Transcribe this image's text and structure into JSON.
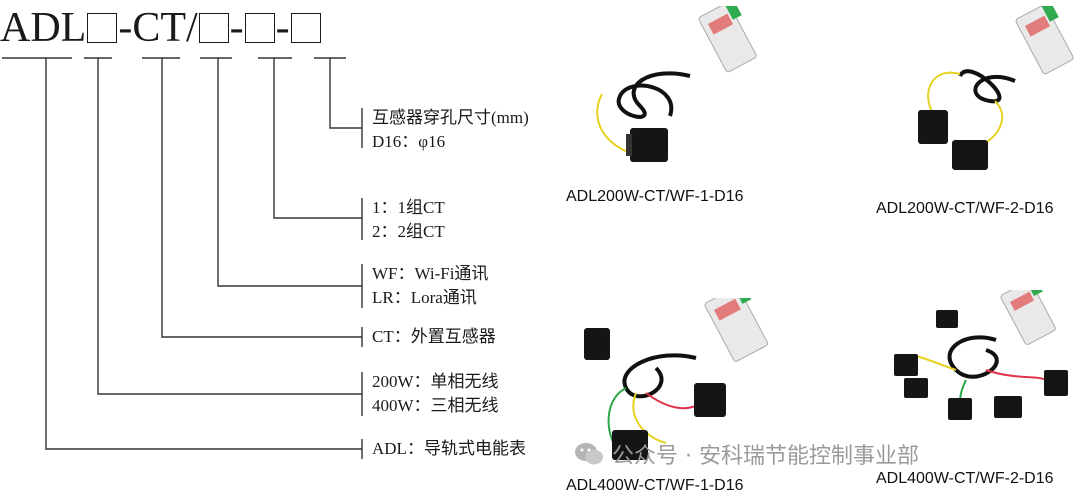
{
  "model_code": {
    "prefix": "ADL",
    "sep1": "-CT/",
    "sep2": "-",
    "sep3": "-"
  },
  "legend": [
    {
      "lines": [
        "互感器穿孔尺寸(mm)",
        "D16：φ16"
      ]
    },
    {
      "lines": [
        "1：1组CT",
        "2：2组CT"
      ]
    },
    {
      "lines": [
        "WF：Wi-Fi通讯",
        "LR：Lora通讯"
      ]
    },
    {
      "lines": [
        "CT：外置互感器"
      ]
    },
    {
      "lines": [
        "200W：单相无线",
        "400W：三相无线"
      ]
    },
    {
      "lines": [
        "ADL：导轨式电能表"
      ]
    }
  ],
  "products": [
    {
      "caption": "ADL200W-CT/WF-1-D16"
    },
    {
      "caption": "ADL200W-CT/WF-2-D16"
    },
    {
      "caption": "ADL400W-CT/WF-1-D16"
    },
    {
      "caption": "ADL400W-CT/WF-2-D16"
    }
  ],
  "watermark": {
    "text": "公众号 · 安科瑞节能控制事业部",
    "icon": "wechat-icon"
  },
  "colors": {
    "line": "#333333",
    "cable": "#111111",
    "wire_yellow": "#e6d21e",
    "wire_green": "#2aa84a",
    "wire_red": "#e0334a",
    "meter_body": "#e9e9e9",
    "terminal_green": "#2faa4f",
    "watermark": "#9a9a9a"
  }
}
